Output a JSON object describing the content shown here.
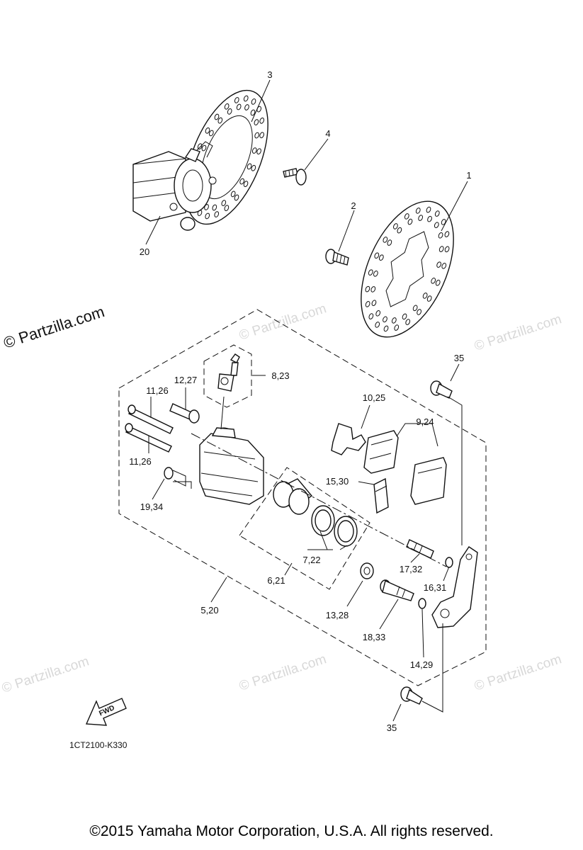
{
  "watermark": {
    "main": "© Partzilla.com",
    "faint": "© Partzilla.com"
  },
  "callouts": [
    "1",
    "2",
    "3",
    "4",
    "5,20",
    "6,21",
    "7,22",
    "8,23",
    "9,24",
    "10,25",
    "11,26",
    "11,26",
    "12,27",
    "13,28",
    "14,29",
    "15,30",
    "16,31",
    "17,32",
    "18,33",
    "19,34",
    "20",
    "35",
    "35"
  ],
  "fwd_label": "FWD",
  "diagram_code": "1CT2100-K330",
  "copyright": "©2015 Yamaha Motor Corporation, U.S.A. All rights reserved."
}
